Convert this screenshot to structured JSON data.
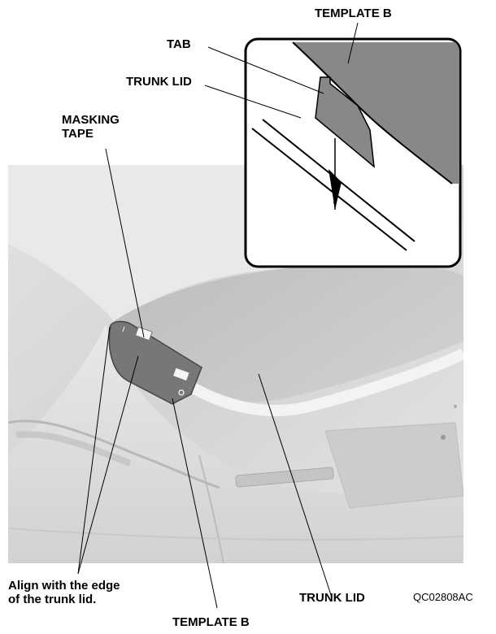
{
  "labels": {
    "template_b_top": "TEMPLATE B",
    "tab": "TAB",
    "trunk_lid_inset": "TRUNK LID",
    "masking_tape_line1": "MASKING",
    "masking_tape_line2": "TAPE",
    "align_line1": "Align with the edge",
    "align_line2": "of the trunk lid.",
    "trunk_lid_bottom": "TRUNK LID",
    "template_b_bottom": "TEMPLATE B",
    "figure_code": "QC02808AC"
  }
}
